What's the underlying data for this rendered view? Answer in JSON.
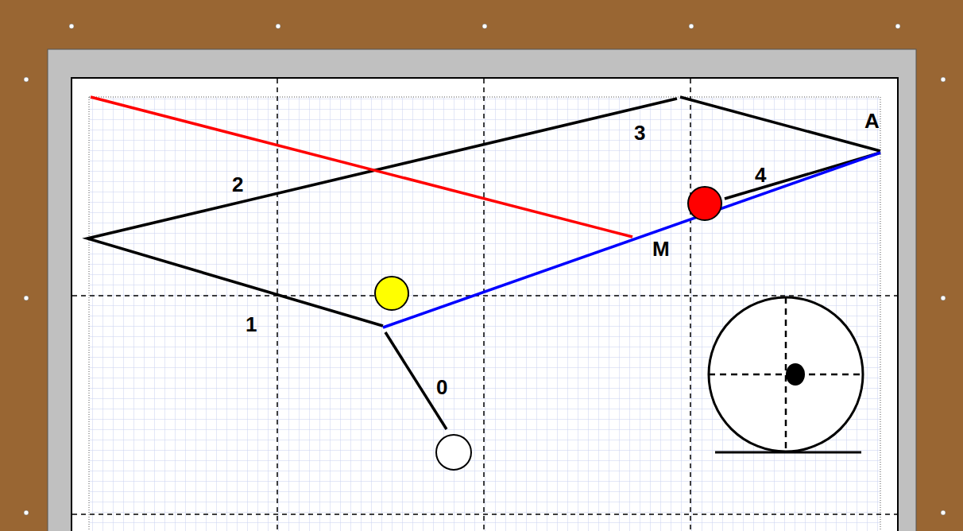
{
  "diagram": {
    "labels": [
      "0",
      "1",
      "2",
      "3",
      "4",
      "A",
      "M"
    ]
  }
}
